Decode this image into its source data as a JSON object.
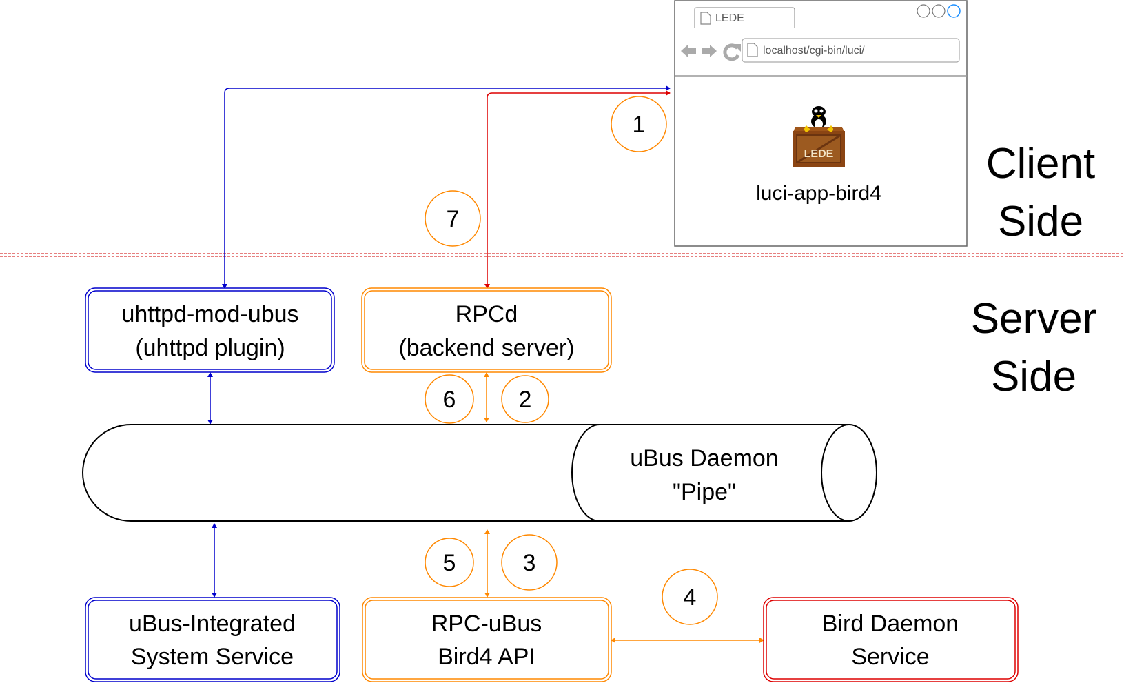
{
  "browser": {
    "tab_title": "LEDE",
    "url": "localhost/cgi-bin/luci/",
    "app_name": "luci-app-bird4",
    "logo_label": "LEDE"
  },
  "sides": {
    "client_line1": "Client",
    "client_line2": "Side",
    "server_line1": "Server",
    "server_line2": "Side"
  },
  "boxes": {
    "uhttpd": {
      "line1": "uhttpd-mod-ubus",
      "line2": "(uhttpd plugin)"
    },
    "rpcd": {
      "line1": "RPCd",
      "line2": "(backend server)"
    },
    "ubus_pipe": {
      "line1": "uBus Daemon",
      "line2": "\"Pipe\""
    },
    "system_service": {
      "line1": "uBus-Integrated",
      "line2": "System Service"
    },
    "rpc_ubus": {
      "line1": "RPC-uBus",
      "line2": "Bird4 API"
    },
    "bird_daemon": {
      "line1": "Bird Daemon",
      "line2": "Service"
    }
  },
  "steps": [
    "1",
    "2",
    "3",
    "4",
    "5",
    "6",
    "7"
  ],
  "colors": {
    "blue": "#0000CC",
    "orange": "#FF8800",
    "red": "#DD0000",
    "divider": "#CC0000"
  }
}
